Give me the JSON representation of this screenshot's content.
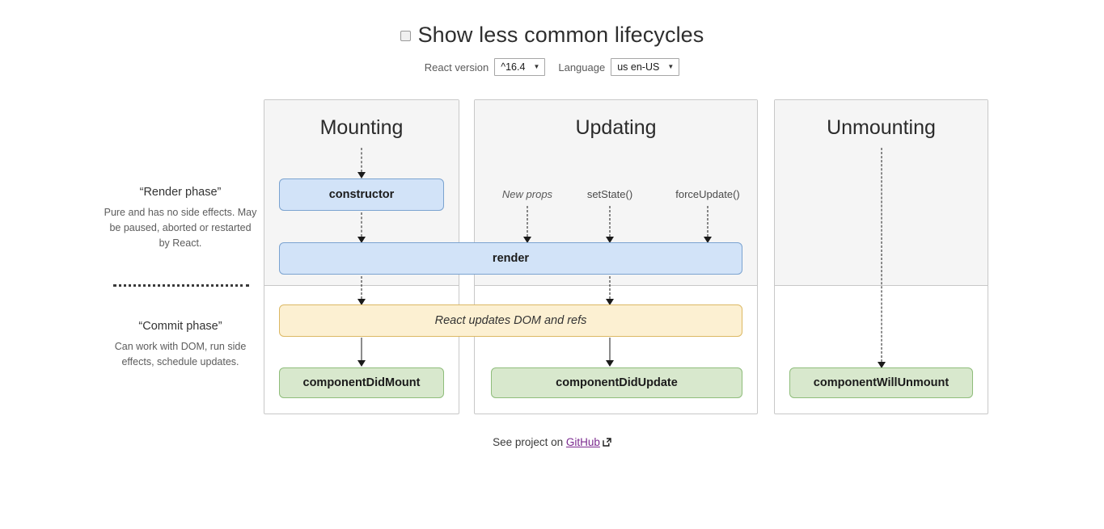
{
  "header": {
    "checkbox_label": "Show less common lifecycles",
    "checkbox_checked": false,
    "react_version_label": "React version",
    "react_version_value": "^16.4",
    "language_label": "Language",
    "language_value": "us en-US",
    "caret_glyph": "▼"
  },
  "sidebar": {
    "render_phase": {
      "title": "“Render phase”",
      "description": "Pure and has no side effects. May be paused, aborted or restarted by React."
    },
    "commit_phase": {
      "title": "“Commit phase”",
      "description": "Can work with DOM, run side effects, schedule updates."
    }
  },
  "columns": {
    "mounting": {
      "title": "Mounting",
      "constructor_label": "constructor",
      "did_mount_label": "componentDidMount"
    },
    "updating": {
      "title": "Updating",
      "triggers": [
        {
          "label": "New props",
          "italic": true
        },
        {
          "label": "setState()",
          "italic": false
        },
        {
          "label": "forceUpdate()",
          "italic": false
        }
      ],
      "did_update_label": "componentDidUpdate"
    },
    "unmounting": {
      "title": "Unmounting",
      "will_unmount_label": "componentWillUnmount"
    }
  },
  "shared": {
    "render_label": "render",
    "commit_label": "React updates DOM and refs"
  },
  "footer": {
    "text_before": "See project on",
    "link_label": "GitHub",
    "link_icon": "external-link-icon"
  },
  "colors": {
    "blue_fill": "#d2e3f8",
    "blue_border": "#7ba3d0",
    "green_fill": "#d8e8cd",
    "green_border": "#8fbd7b",
    "yellow_fill": "#fcf0d2",
    "yellow_border": "#dcb863",
    "render_region": "#f5f5f5",
    "panel_border": "#c8c8c8",
    "link": "#7b2a8f"
  }
}
